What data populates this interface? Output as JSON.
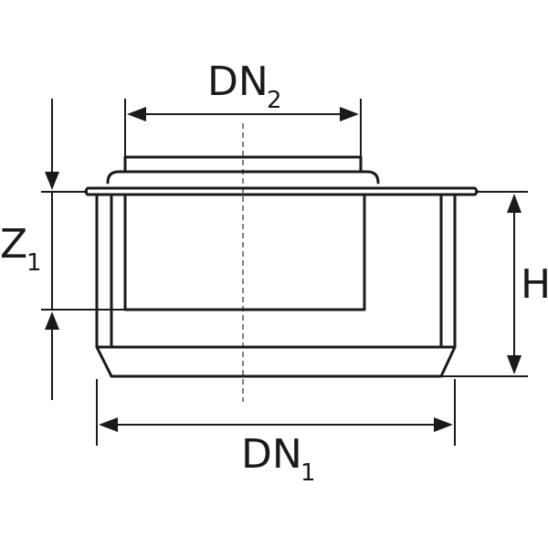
{
  "labels": {
    "dn2_main": "DN",
    "dn2_sub": "2",
    "dn1_main": "DN",
    "dn1_sub": "1",
    "z1_main": "Z",
    "z1_sub": "1",
    "h": "H"
  },
  "colors": {
    "line": "#1a1a1a",
    "centerline": "#555555",
    "background": "#ffffff"
  }
}
